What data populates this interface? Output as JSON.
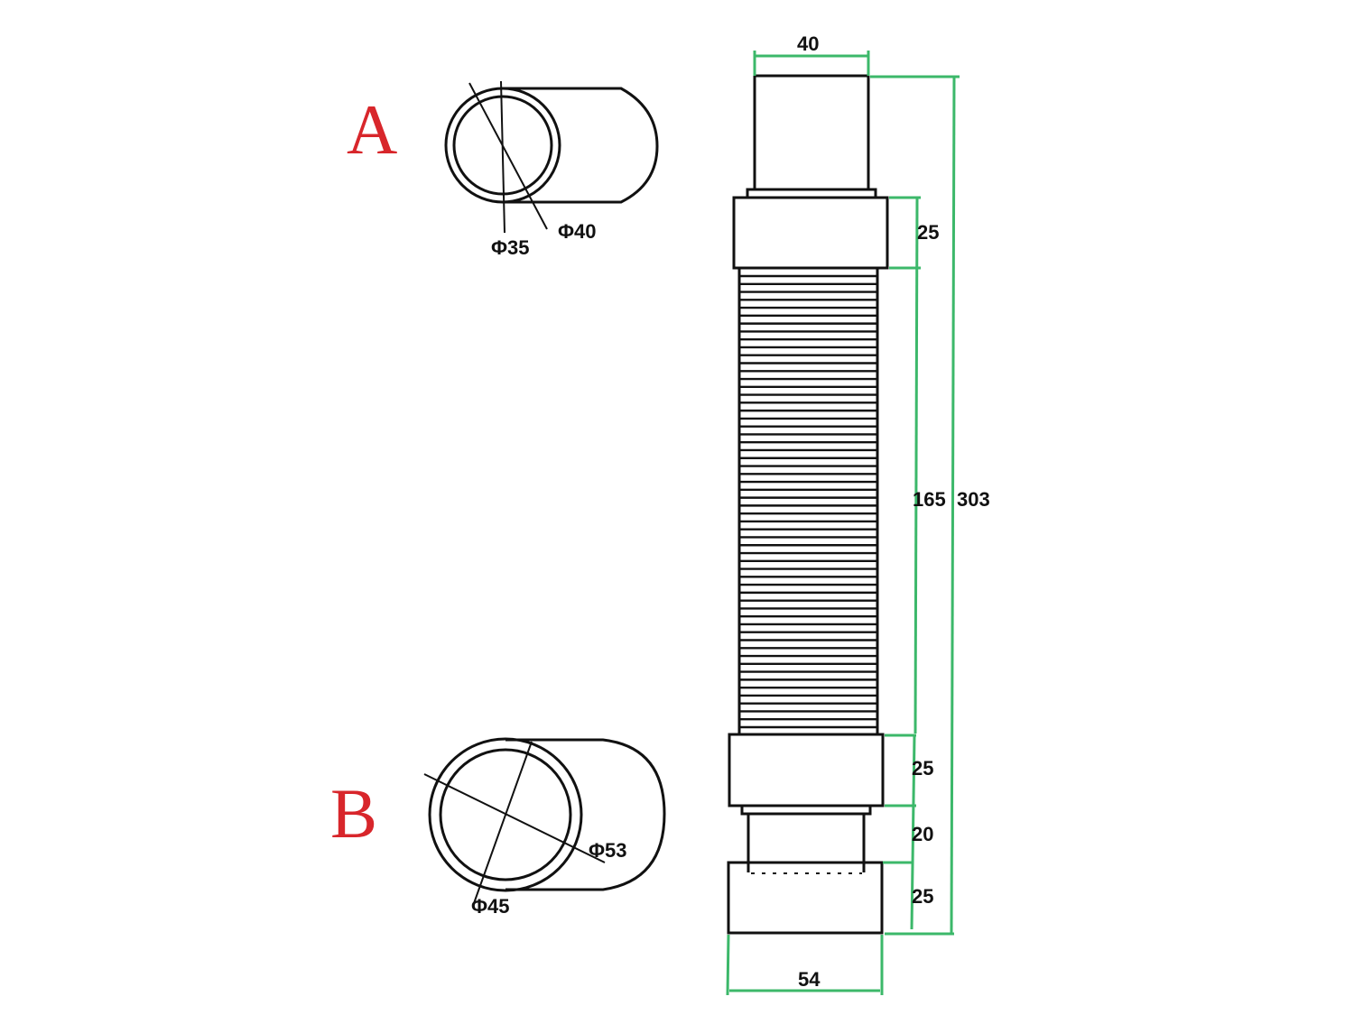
{
  "views": {
    "a": {
      "letter": "A",
      "inner_diameter_label": "Φ35",
      "outer_diameter_label": "Φ40"
    },
    "b": {
      "letter": "B",
      "inner_diameter_label": "Φ45",
      "outer_diameter_label": "Φ53"
    }
  },
  "pipe_side_view": {
    "top_width_label": "40",
    "bottom_width_label": "54",
    "upper_collar_height_label": "25",
    "corrugated_length_label": "165",
    "overall_length_label": "303",
    "lower_collar_height_label": "25",
    "spigot_height_label": "20",
    "bottom_socket_height_label": "25",
    "corrugation_rib_count": 58
  },
  "colors": {
    "line": "#111111",
    "dimension_line": "#3cb86a",
    "view_letter": "#d8262b",
    "background": "#ffffff"
  }
}
